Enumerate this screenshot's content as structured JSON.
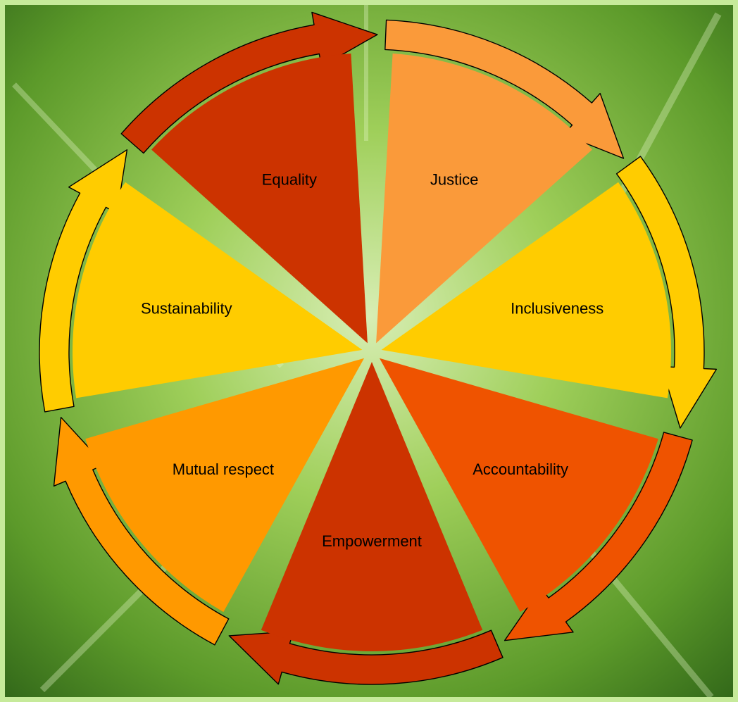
{
  "diagram": {
    "segments": [
      {
        "label": "Justice",
        "color": "#fa9a3a",
        "arrow_color": "#fa9a3a"
      },
      {
        "label": "Inclusiveness",
        "color": "#ffcc00",
        "arrow_color": "#ffcc00"
      },
      {
        "label": "Accountability",
        "color": "#ef5300",
        "arrow_color": "#ef5300"
      },
      {
        "label": "Empowerment",
        "color": "#cc3300",
        "arrow_color": "#cc3300"
      },
      {
        "label": "Mutual respect",
        "color": "#ff9900",
        "arrow_color": "#ff9900"
      },
      {
        "label": "Sustainability",
        "color": "#ffcc00",
        "arrow_color": "#ffcc00"
      },
      {
        "label": "Equality",
        "color": "#cc3300",
        "arrow_color": "#cc3300"
      }
    ],
    "background_colors": [
      "#d8eeb4",
      "#9fcf5a",
      "#5c9a2a",
      "#2f6418"
    ]
  }
}
